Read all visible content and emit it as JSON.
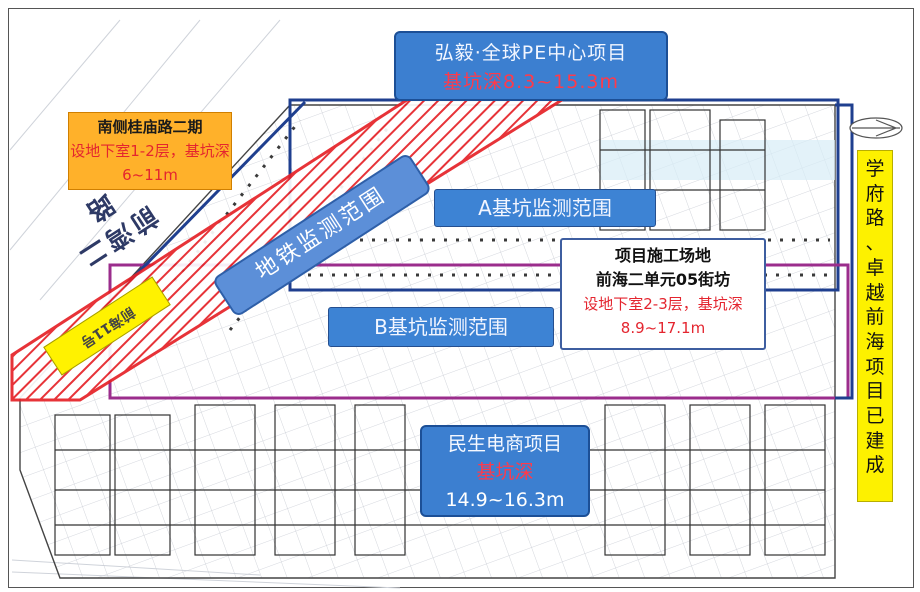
{
  "labels": {
    "hongyi_title": "弘毅·全球PE中心项目",
    "hongyi_depth": "基坑深8.3~15.3m",
    "metro_zone": "地铁监测范围",
    "zone_a": "A基坑监测范围",
    "zone_b": "B基坑监测范围",
    "project_site_title": "项目施工场地",
    "project_site_subtitle": "前海二单元05街坊",
    "project_site_desc": "设地下室2-3层，基坑深8.9~17.1m",
    "nan_title": "南侧桂庙路二期",
    "nan_desc": "设地下室1-2层，基坑深6~11m",
    "minsheng_title": "民生电商项目",
    "minsheng_depth_label": "基坑深",
    "minsheng_depth": "14.9~16.3m",
    "xuefu_text": [
      "学",
      "府",
      "路",
      "、",
      "卓",
      "越",
      "前",
      "海",
      "项",
      "目",
      "已",
      "建",
      "成"
    ],
    "road_yellow": "前海11号",
    "road_dark": "前湾二路"
  },
  "colors": {
    "label_blue": "#3c7fd0",
    "depth_red": "#ff3a4a",
    "metro_hatch": "#e52228",
    "zone_a_outline": "#1f3f8f",
    "zone_b_outline": "#9b2d8c",
    "orange_box": "#ffb12a",
    "yellow_box": "#fdf100"
  },
  "icons": [
    "north-arrow-icon"
  ]
}
